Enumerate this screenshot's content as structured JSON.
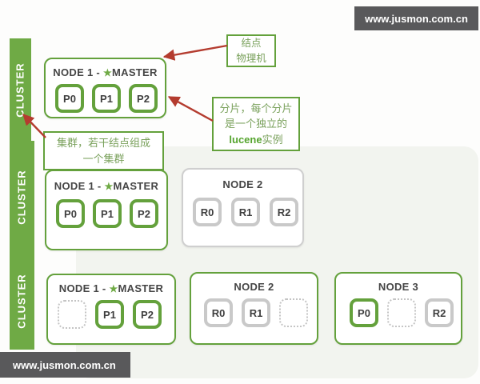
{
  "site_banner": {
    "top_text": "www.jusmon.com.cn",
    "bottom_text": "www.jusmon.com.cn"
  },
  "colors": {
    "green": "#6faa45",
    "shard_primary_border": "#64a13c",
    "shard_replica_border": "#c9c9c9",
    "arrow_red": "#b43c2f",
    "banner_bg": "#59595b",
    "annotation_text_green": "#7aa15c",
    "lucene_green": "#55a42e"
  },
  "master_star": "★",
  "cluster_bands": [
    {
      "label": "CLUSTER"
    },
    {
      "label": "CLUSTER"
    },
    {
      "label": "CLUSTER"
    }
  ],
  "annotations": {
    "node_box": {
      "line1": "结点",
      "line2": "物理机"
    },
    "shard_box": {
      "line1": "分片，每个分片",
      "line2": "是一个独立的",
      "highlight": "lucene",
      "line3_rest": "实例"
    },
    "cluster_box": {
      "line1": "集群，若干结点组成",
      "line2": "一个集群"
    }
  },
  "rows": [
    {
      "nodes": [
        {
          "title_prefix": "NODE 1 - ",
          "title_suffix": "MASTER",
          "is_master": true,
          "shards": [
            {
              "label": "P0",
              "type": "primary"
            },
            {
              "label": "P1",
              "type": "primary"
            },
            {
              "label": "P2",
              "type": "primary"
            }
          ]
        }
      ]
    },
    {
      "nodes": [
        {
          "title_prefix": "NODE 1 - ",
          "title_suffix": "MASTER",
          "is_master": true,
          "shards": [
            {
              "label": "P0",
              "type": "primary"
            },
            {
              "label": "P1",
              "type": "primary"
            },
            {
              "label": "P2",
              "type": "primary"
            }
          ]
        },
        {
          "title": "NODE 2",
          "is_master": false,
          "shards": [
            {
              "label": "R0",
              "type": "replica"
            },
            {
              "label": "R1",
              "type": "replica"
            },
            {
              "label": "R2",
              "type": "replica"
            }
          ]
        }
      ]
    },
    {
      "nodes": [
        {
          "title_prefix": "NODE 1 - ",
          "title_suffix": "MASTER",
          "is_master": true,
          "shards": [
            {
              "label": "",
              "type": "empty"
            },
            {
              "label": "P1",
              "type": "primary"
            },
            {
              "label": "P2",
              "type": "primary"
            }
          ]
        },
        {
          "title": "NODE 2",
          "is_master": false,
          "shards": [
            {
              "label": "R0",
              "type": "replica"
            },
            {
              "label": "R1",
              "type": "replica"
            },
            {
              "label": "",
              "type": "empty"
            }
          ]
        },
        {
          "title": "NODE 3",
          "is_master": false,
          "shards": [
            {
              "label": "P0",
              "type": "primary"
            },
            {
              "label": "",
              "type": "empty"
            },
            {
              "label": "R2",
              "type": "replica"
            }
          ]
        }
      ]
    }
  ]
}
